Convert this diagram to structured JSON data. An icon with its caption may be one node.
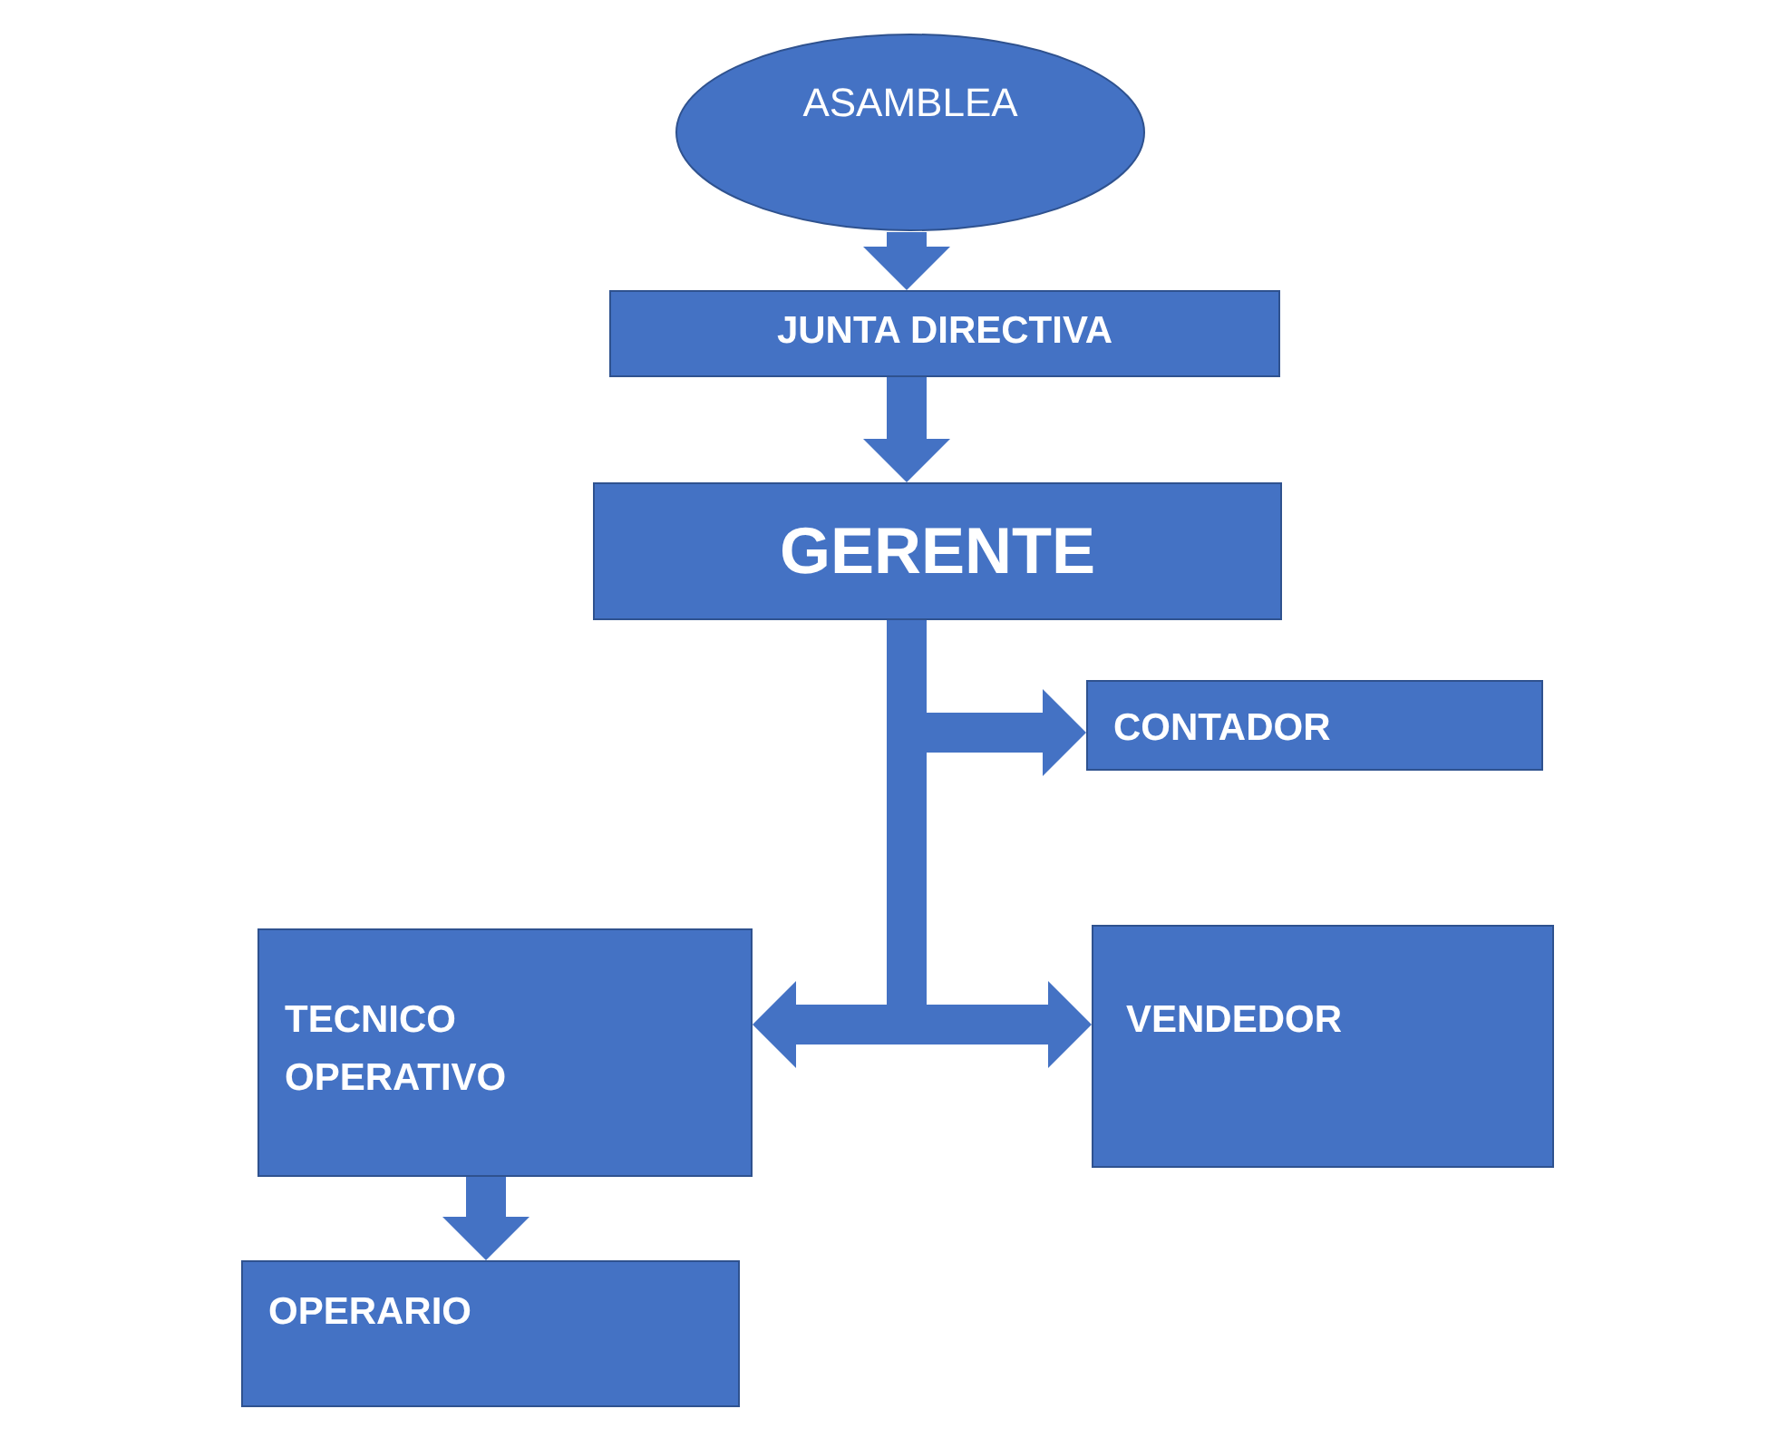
{
  "diagram": {
    "nodes": [
      {
        "text": [
          "ASAMBLEA"
        ]
      },
      {
        "text": [
          "JUNTA DIRECTIVA"
        ]
      },
      {
        "text": [
          "GERENTE"
        ]
      },
      {
        "text": [
          "CONTADOR"
        ]
      },
      {
        "text": [
          "TECNICO OPERATIVO"
        ]
      },
      {
        "text": [
          "VENDEDOR"
        ]
      },
      {
        "text": [
          "OPERARIO"
        ]
      }
    ],
    "edges": [
      {
        "from": 0,
        "to": 1,
        "arrow": "to"
      },
      {
        "from": 1,
        "to": 2,
        "arrow": "to"
      },
      {
        "from": 2,
        "to": 3,
        "arrow": "to"
      },
      {
        "from": 2,
        "to": 4,
        "arrow": "to"
      },
      {
        "from": 2,
        "to": 5,
        "arrow": "to"
      },
      {
        "from": 4,
        "to": 6,
        "arrow": "to"
      }
    ]
  }
}
